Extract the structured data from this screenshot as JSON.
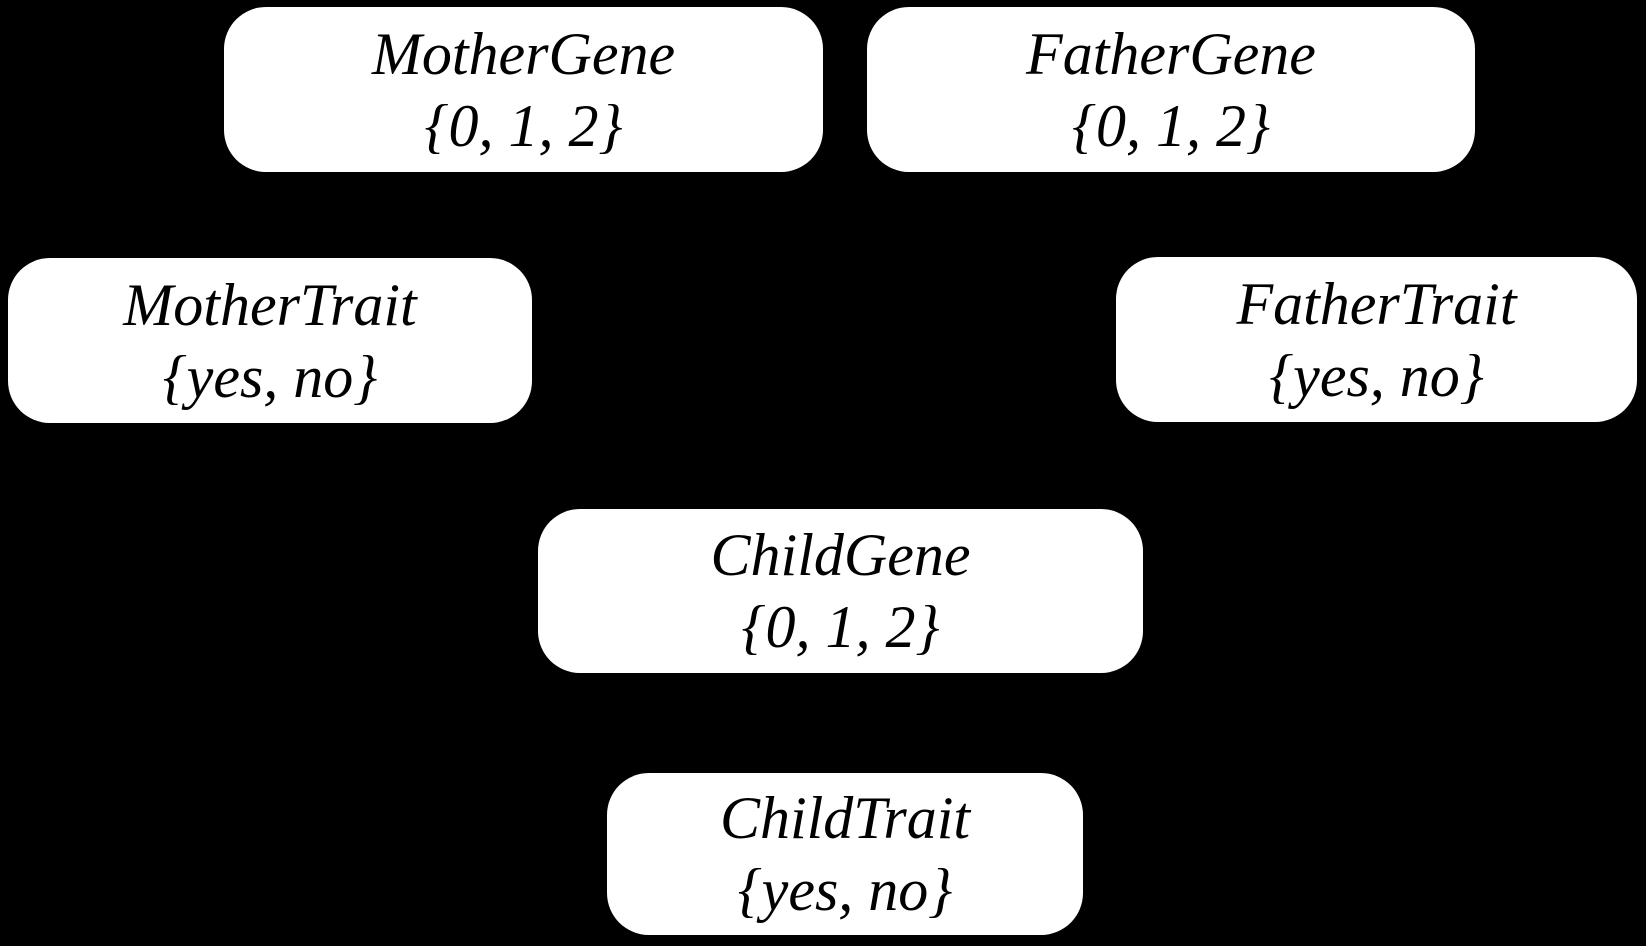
{
  "diagram": {
    "type": "bayesian-network",
    "colors": {
      "background": "#000000",
      "node_fill": "#ffffff",
      "node_text": "#000000"
    }
  },
  "nodes": [
    {
      "id": "mother-gene",
      "title": "MotherGene",
      "values": "{0, 1, 2}"
    },
    {
      "id": "father-gene",
      "title": "FatherGene",
      "values": "{0, 1, 2}"
    },
    {
      "id": "mother-trait",
      "title": "MotherTrait",
      "values": "{yes, no}"
    },
    {
      "id": "father-trait",
      "title": "FatherTrait",
      "values": "{yes, no}"
    },
    {
      "id": "child-gene",
      "title": "ChildGene",
      "values": "{0, 1, 2}"
    },
    {
      "id": "child-trait",
      "title": "ChildTrait",
      "values": "{yes, no}"
    }
  ]
}
